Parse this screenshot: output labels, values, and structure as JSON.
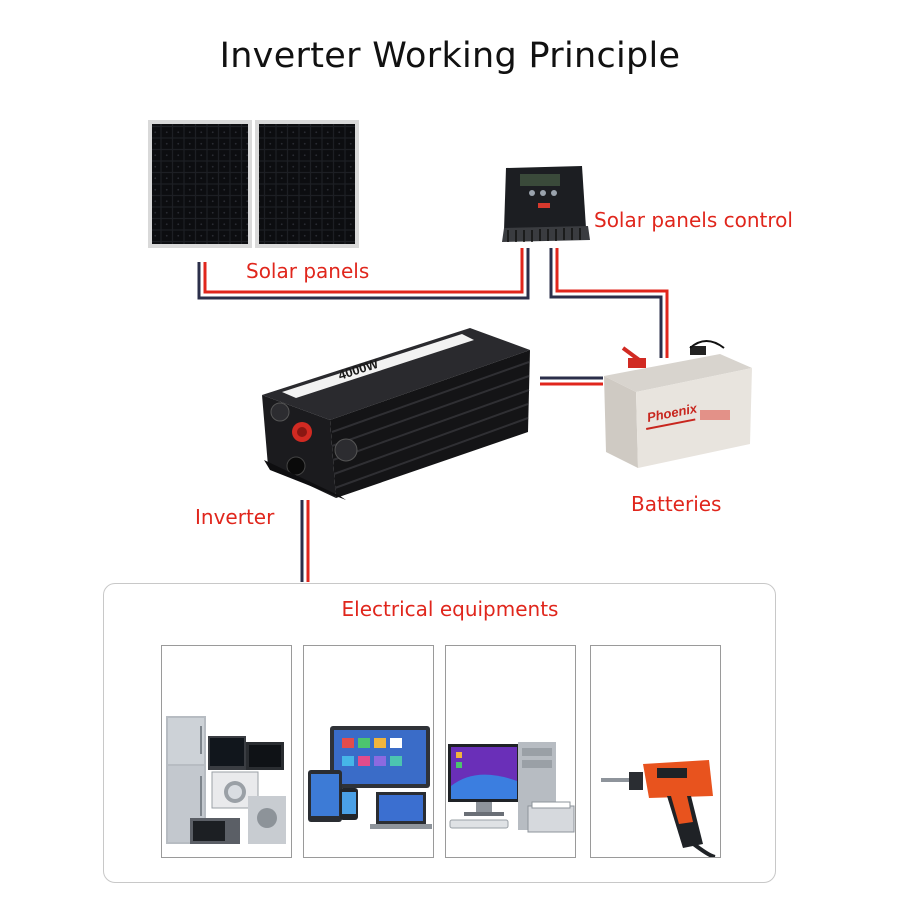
{
  "title": "Inverter Working Principle",
  "labels": {
    "solar_panels": "Solar panels",
    "solar_panels_control": "Solar panels control",
    "inverter": "Inverter",
    "batteries": "Batteries",
    "electrical_equipments": "Electrical equipments"
  },
  "device_text": {
    "inverter_rating": "4000W",
    "battery_brand": "Phoenix"
  },
  "equipment_items": [
    "appliances-icon",
    "devices-icon",
    "computer-icon",
    "drill-icon"
  ],
  "colors": {
    "label": "#e0261c",
    "title": "#111111",
    "wire_red": "#e0261c",
    "wire_dark": "#2b2f4a",
    "device_black": "#1b1b1b",
    "battery_body": "#e8e4de"
  }
}
